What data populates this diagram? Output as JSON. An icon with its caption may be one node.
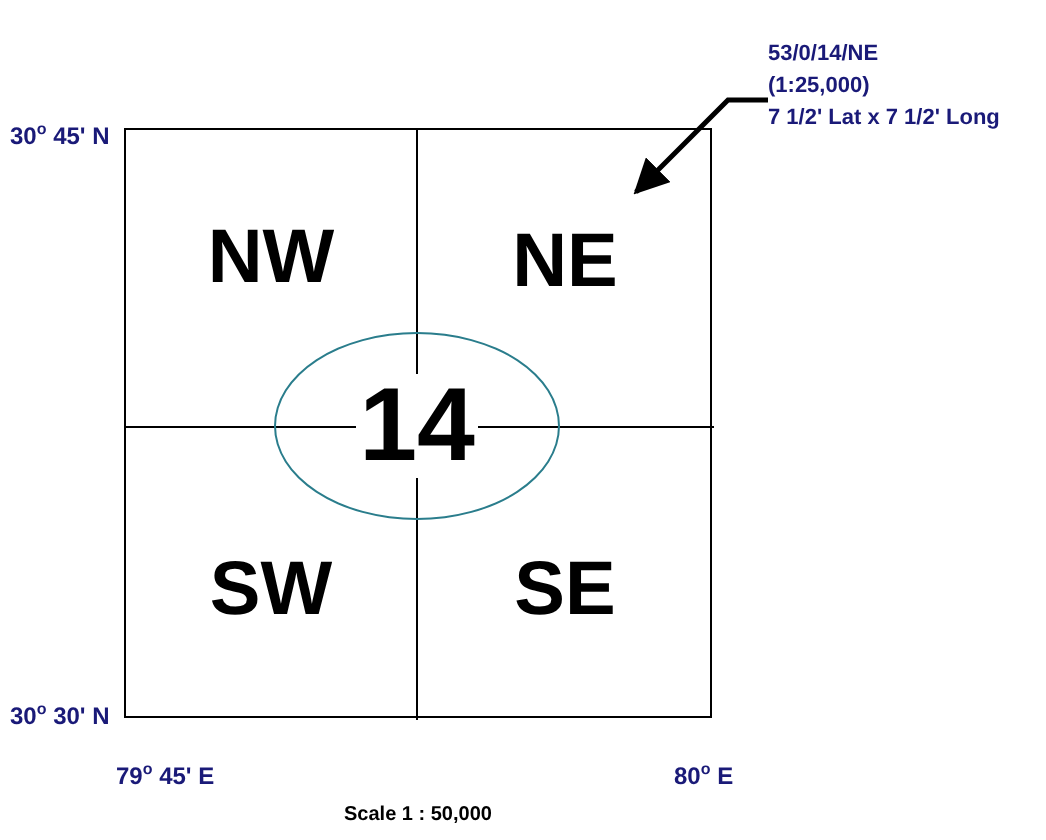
{
  "diagram": {
    "nodes": [
      {
        "text": [],
        "shape": "box"
      },
      {
        "text": [
          "NW"
        ],
        "in": 0
      },
      {
        "text": [
          "NE"
        ],
        "in": 0
      },
      {
        "text": [
          "SW"
        ],
        "in": 0
      },
      {
        "text": [
          "SE"
        ],
        "in": 0
      },
      {
        "text": [
          "14"
        ],
        "in": 0
      },
      {
        "text": [
          "53/0/14/NE",
          "(1:25,000)",
          "7 1/2' Lat x 7 1/2' Long"
        ]
      }
    ],
    "edges": [
      {
        "from": 6,
        "to": 2,
        "arrow": "to"
      }
    ],
    "labels": [
      "30$^{o}$ 45' N",
      "30$^{o}$ 30' N",
      "79$^{o}$ 45' E",
      "80$^{o}$ E",
      "Scale 1 : 50,000"
    ]
  }
}
